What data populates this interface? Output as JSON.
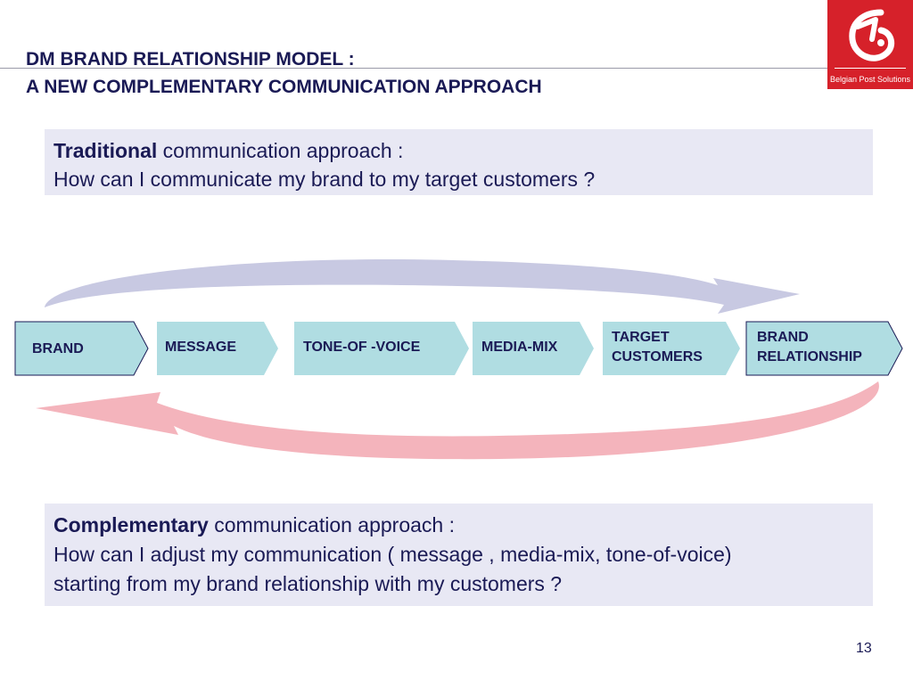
{
  "header": {
    "title_line1": "DM BRAND RELATIONSHIP MODEL :",
    "title_line2": "A NEW COMPLEMENTARY COMMUNICATION APPROACH"
  },
  "logo": {
    "icon": "post-horn-icon",
    "caption": "Belgian Post Solutions",
    "color": "#d6212a"
  },
  "traditional": {
    "label_bold": "Traditional",
    "label_rest": " communication approach :",
    "question": "How can I communicate my brand to my target customers ?"
  },
  "flow": {
    "steps": [
      {
        "line1": "BRAND",
        "line2": ""
      },
      {
        "line1": "MESSAGE",
        "line2": ""
      },
      {
        "line1": "TONE-OF -VOICE",
        "line2": ""
      },
      {
        "line1": "MEDIA-MIX",
        "line2": ""
      },
      {
        "line1": "TARGET",
        "line2": "CUSTOMERS"
      },
      {
        "line1": "BRAND",
        "line2": "RELATIONSHIP"
      }
    ],
    "colors": {
      "step_fill": "#b0dde2",
      "forward_arrow": "#c8c9e2",
      "feedback_arrow": "#f4b4bc",
      "label_text": "#1a1a55"
    }
  },
  "complementary": {
    "label_bold": "Complementary",
    "label_rest": " communication approach :",
    "question_line1": "How can I adjust my communication ( message , media-mix, tone-of-voice)",
    "question_line2": "starting from my brand relationship  with my customers ?"
  },
  "footer": {
    "page_number": "13"
  }
}
